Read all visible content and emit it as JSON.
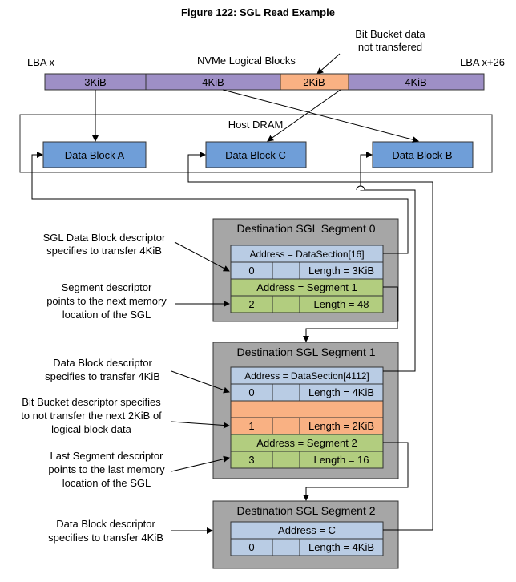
{
  "figure_title": "Figure 122: SGL Read Example",
  "top": {
    "lba_start": "LBA x",
    "lba_end": "LBA x+26",
    "logical_blocks_label": "NVMe Logical Blocks",
    "bitbucket_note_line1": "Bit Bucket data",
    "bitbucket_note_line2": "not transfered",
    "blocks": [
      "3KiB",
      "4KiB",
      "2KiB",
      "4KiB"
    ]
  },
  "host": {
    "label": "Host DRAM",
    "block_a": "Data Block A",
    "block_c": "Data Block C",
    "block_b": "Data Block B"
  },
  "segments": [
    {
      "title": "Destination SGL Segment 0",
      "rows": [
        {
          "address": "Address = DataSection[16]",
          "index": "0",
          "length": "Length = 3KiB"
        },
        {
          "address": "Address = Segment 1",
          "index": "2",
          "length": "Length = 48"
        }
      ]
    },
    {
      "title": "Destination SGL Segment 1",
      "rows": [
        {
          "address": "Address = DataSection[4112]",
          "index": "0",
          "length": "Length = 4KiB"
        },
        {
          "address": "",
          "index": "1",
          "length": "Length = 2KiB"
        },
        {
          "address": "Address = Segment 2",
          "index": "3",
          "length": "Length = 16"
        }
      ]
    },
    {
      "title": "Destination SGL Segment 2",
      "rows": [
        {
          "address": "Address = C",
          "index": "0",
          "length": "Length = 4KiB"
        }
      ]
    }
  ],
  "annotations": {
    "a1": [
      "SGL Data Block descriptor",
      "specifies to transfer 4KiB"
    ],
    "a2": [
      "Segment descriptor",
      "points to the next memory",
      "location of the SGL"
    ],
    "a3": [
      "Data Block descriptor",
      "specifies to transfer 4KiB"
    ],
    "a4": [
      "Bit Bucket descriptor specifies",
      "to not transfer the next 2KiB of",
      "logical block data"
    ],
    "a5": [
      "Last Segment descriptor",
      "points to the last memory",
      "location of the SGL"
    ],
    "a6": [
      "Data Block descriptor",
      "specifies to transfer 4KiB"
    ]
  },
  "colors": {
    "purple": "#9e8fc6",
    "orange": "#f9b183",
    "blue_block": "#6f9ed8",
    "light_blue": "#b9cce4",
    "green": "#b2cd7f",
    "segment_gray": "#a6a6a6"
  }
}
